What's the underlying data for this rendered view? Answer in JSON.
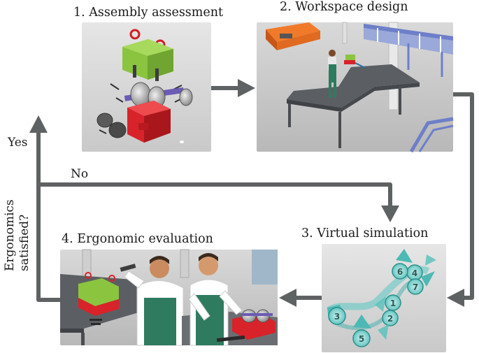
{
  "steps": [
    {
      "number": "1.",
      "label": "Assembly assessment"
    },
    {
      "number": "2.",
      "label": "Workspace design"
    },
    {
      "number": "3.",
      "label": "Virtual simulation"
    },
    {
      "number": "4.",
      "label": "Ergonomic evaluation"
    }
  ],
  "decision": {
    "question_line1": "Ergonomics",
    "question_line2": "satisfied?",
    "yes_label": "Yes",
    "no_label": "No"
  },
  "simulation_sequence": [
    "1",
    "2",
    "3",
    "4",
    "5",
    "6",
    "7"
  ],
  "colors": {
    "arrow": "#5f6263",
    "panel_background": "#dcdcdc",
    "fixture_green": "#8bc43f",
    "fixture_red": "#d8232a",
    "path_teal": "#5ac6c2",
    "worker_uniform": "#2f7b5f",
    "conveyor_blue": "#6d7fc9",
    "machine_orange": "#e06a20"
  }
}
